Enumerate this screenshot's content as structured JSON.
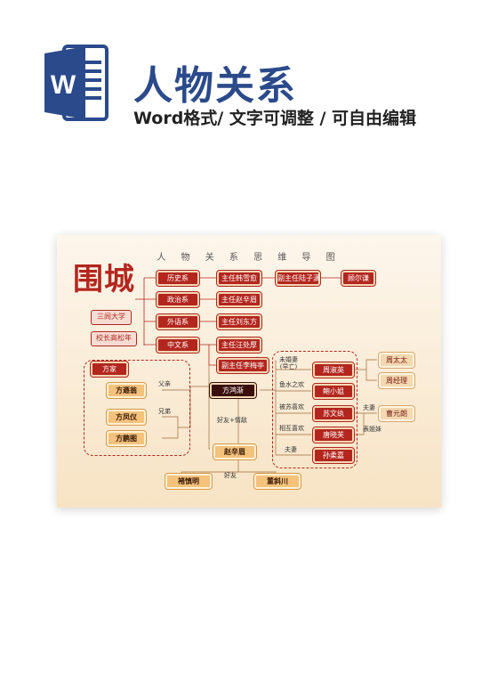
{
  "header": {
    "logo_letter": "W",
    "title": "人物关系",
    "subtitle": "Word格式/ 文字可调整 / 可自由编辑"
  },
  "diagram": {
    "title": "人 物 关 系 思 维 导 图",
    "brush_title": "围城",
    "school": {
      "name": "三闾大学",
      "president": "校长高松年",
      "departments": [
        "历史系",
        "政治系",
        "外语系",
        "中文系"
      ],
      "heads": [
        "主任韩雪愈",
        "主任赵辛眉",
        "主任刘东方",
        "主任汪处厚",
        "副主任李梅亭"
      ],
      "vice_head": "副主任陆子潇",
      "friend": "顾尔谦"
    },
    "family": {
      "label": "方家",
      "members": [
        "方遯翁",
        "方凤仪",
        "方鹏图"
      ],
      "father_label": "父亲",
      "brother_label": "兄弟"
    },
    "center": "方鸿渐",
    "center_link": "好友+情敌",
    "friend": {
      "name": "赵辛眉",
      "link": "好友",
      "friends": [
        "褚慎明",
        "董斜川"
      ]
    },
    "relations": {
      "women": [
        "周淑英",
        "鲍小姐",
        "苏文纨",
        "唐晓芙",
        "孙柔嘉"
      ],
      "labels": [
        "未婚妻\n(早亡)",
        "鱼水之欢",
        "被苏喜欢",
        "相互喜欢",
        "夫妻"
      ],
      "in_laws": [
        "周太太",
        "周经理"
      ],
      "su_husband": "曹元朗",
      "husband_label": "夫妻",
      "cousin_label": "表姐妹"
    }
  },
  "colors": {
    "brand_blue": "#2b4a8b",
    "accent_red": "#b3261e",
    "dark_node": "#3a0f0b",
    "gold_node": "#f4c27b"
  }
}
